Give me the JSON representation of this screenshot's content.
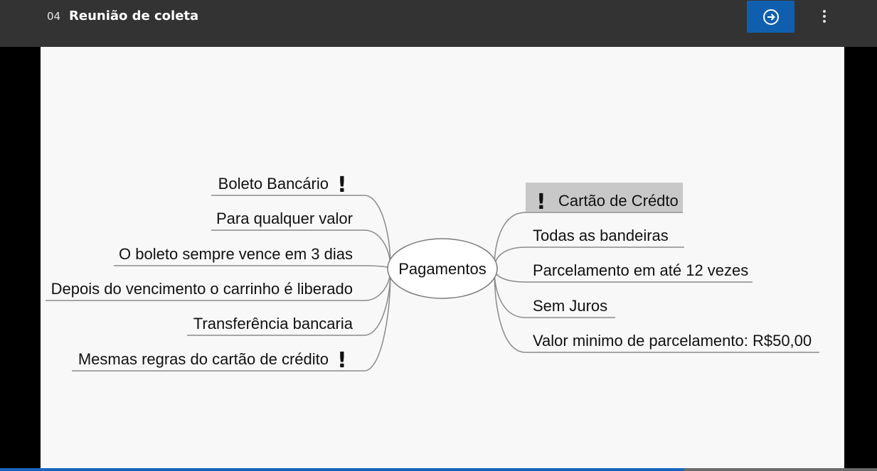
{
  "header": {
    "lesson_number": "04",
    "lesson_title": "Reunião de coleta",
    "next_icon": "arrow-right-circle-icon",
    "menu_icon": "more-vertical-icon"
  },
  "mindmap": {
    "center": "Pagamentos",
    "left_branches": [
      {
        "label": "Boleto Bancário",
        "important": true
      },
      {
        "label": "Para qualquer valor",
        "important": false
      },
      {
        "label": "O boleto sempre vence em 3 dias",
        "important": false
      },
      {
        "label": "Depois do vencimento o carrinho é liberado",
        "important": false
      },
      {
        "label": "Transferência bancaria",
        "important": false
      },
      {
        "label": "Mesmas regras do cartão de crédito",
        "important": true
      }
    ],
    "right_branches": [
      {
        "label": "Cartão de Crédto",
        "important": true,
        "highlighted": true
      },
      {
        "label": "Todas as bandeiras",
        "important": false
      },
      {
        "label": "Parcelamento em até 12 vezes",
        "important": false
      },
      {
        "label": "Sem Juros",
        "important": false
      },
      {
        "label": "Valor minimo de parcelamento: R$50,00",
        "important": false
      }
    ]
  },
  "progress": {
    "fraction": 0.78
  },
  "colors": {
    "topbar": "#333333",
    "accent": "#0f5fae",
    "progress_fill": "#1565c0",
    "highlight": "#c8c8c8"
  }
}
